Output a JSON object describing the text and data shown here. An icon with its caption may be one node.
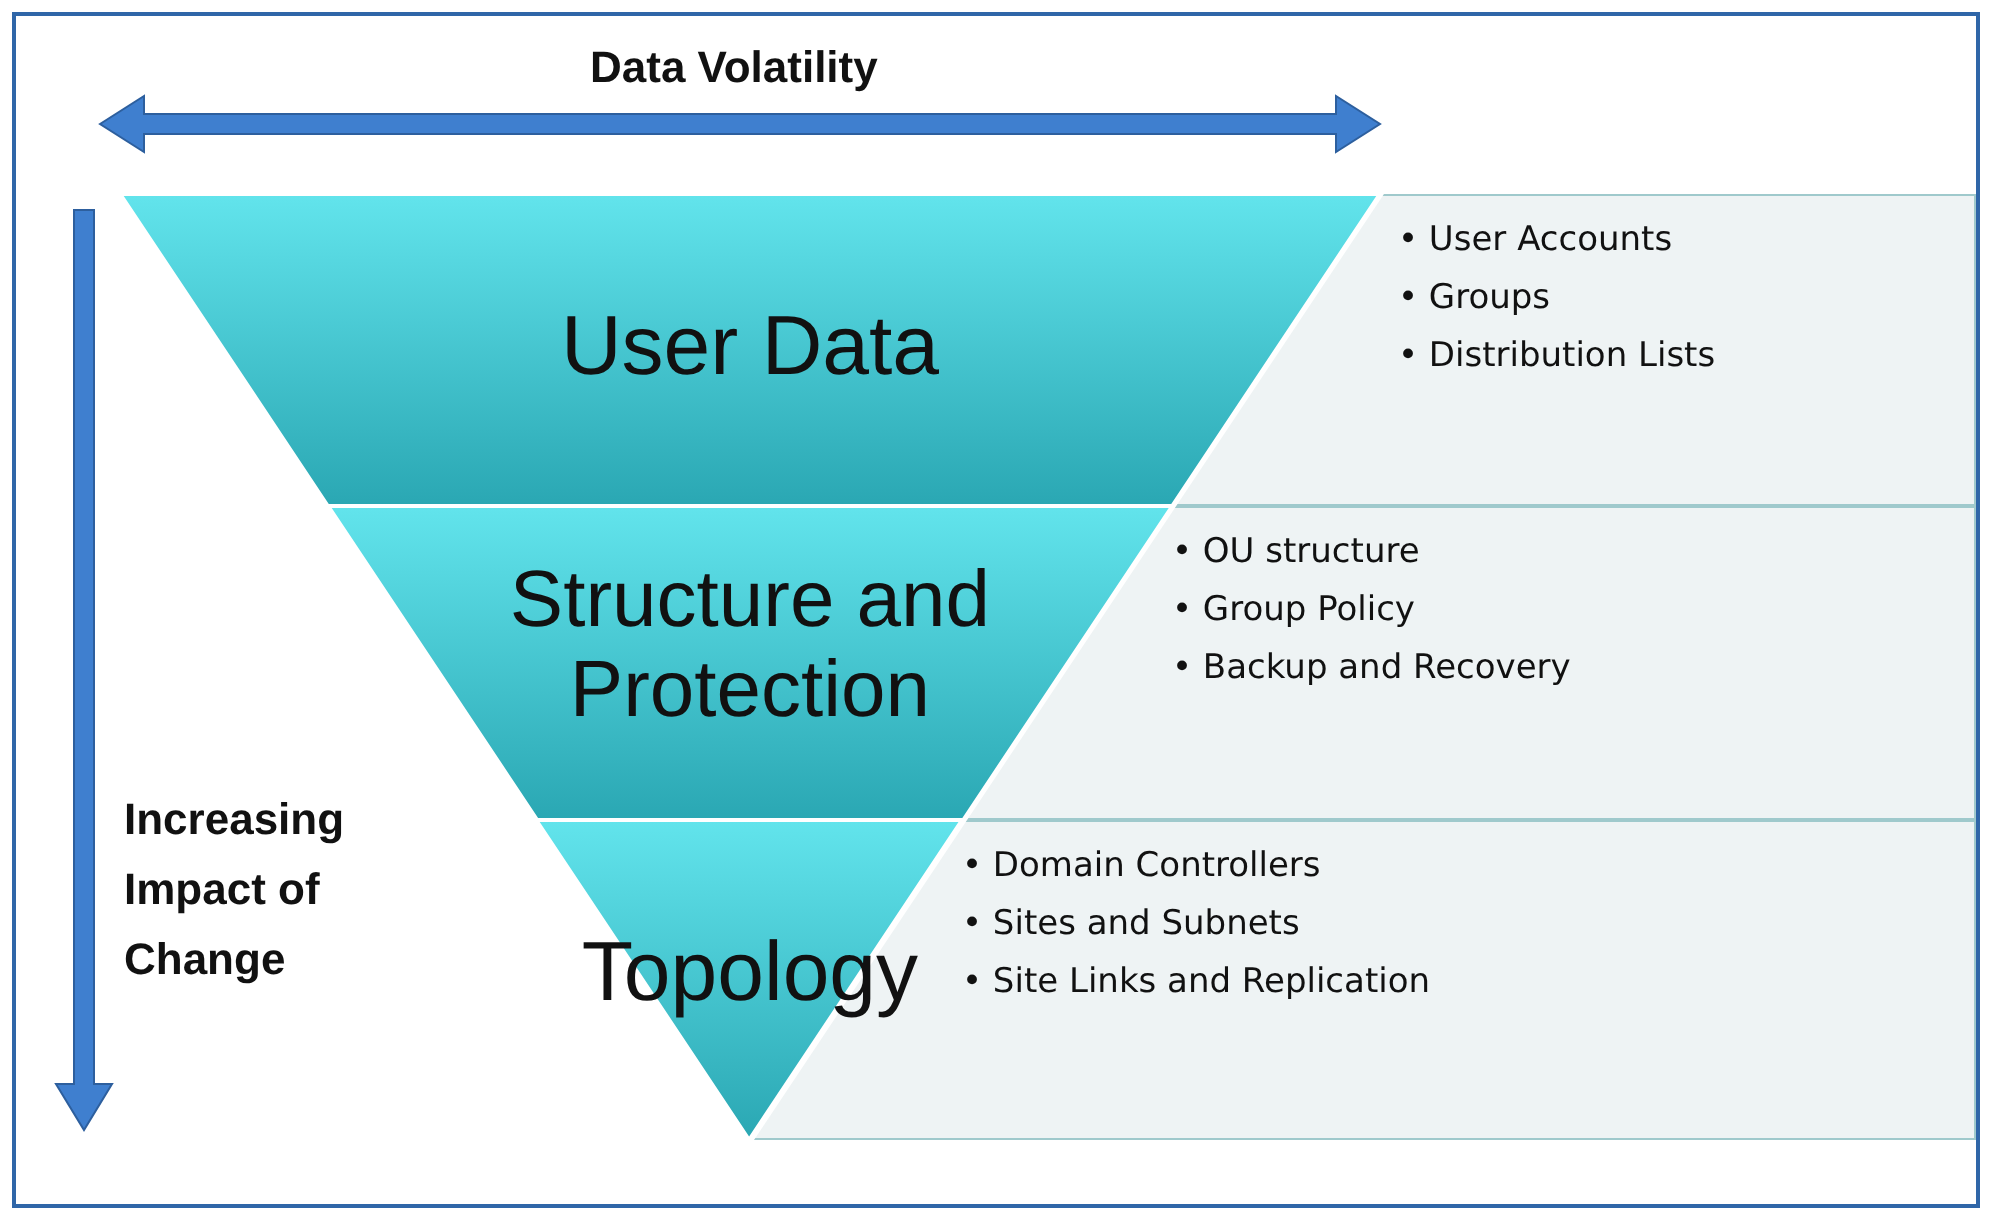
{
  "diagram": {
    "nodes": [
      {
        "text": [
          "User Data"
        ]
      },
      {
        "text": [
          "• User Accounts",
          "• Groups",
          "• Distribution Lists"
        ]
      },
      {
        "text": [
          "Structure and Protection"
        ]
      },
      {
        "text": [
          "• OU structure",
          "• Group Policy",
          "• Backup and Recovery"
        ]
      },
      {
        "text": [
          "Topology"
        ]
      },
      {
        "text": [
          "• Domain Controllers",
          "• Sites and Subnets",
          "• Site Links and Replication"
        ]
      }
    ],
    "labels": [
      "Data Volatility",
      "Increasing Impact of Change"
    ]
  }
}
